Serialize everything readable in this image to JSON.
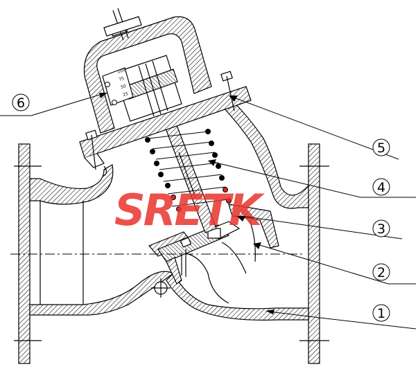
{
  "diagram": {
    "callouts": [
      {
        "id": "1",
        "label": "1"
      },
      {
        "id": "2",
        "label": "2"
      },
      {
        "id": "3",
        "label": "3"
      },
      {
        "id": "4",
        "label": "4"
      },
      {
        "id": "5",
        "label": "5"
      },
      {
        "id": "6",
        "label": "6"
      }
    ],
    "scale_marks": [
      "100",
      "75",
      "50",
      "25"
    ],
    "watermark": {
      "text": "SRETK",
      "color": "#e8342c"
    },
    "colors": {
      "line": "#000000",
      "spring_hot": "#d8232a",
      "background": "#ffffff"
    }
  }
}
